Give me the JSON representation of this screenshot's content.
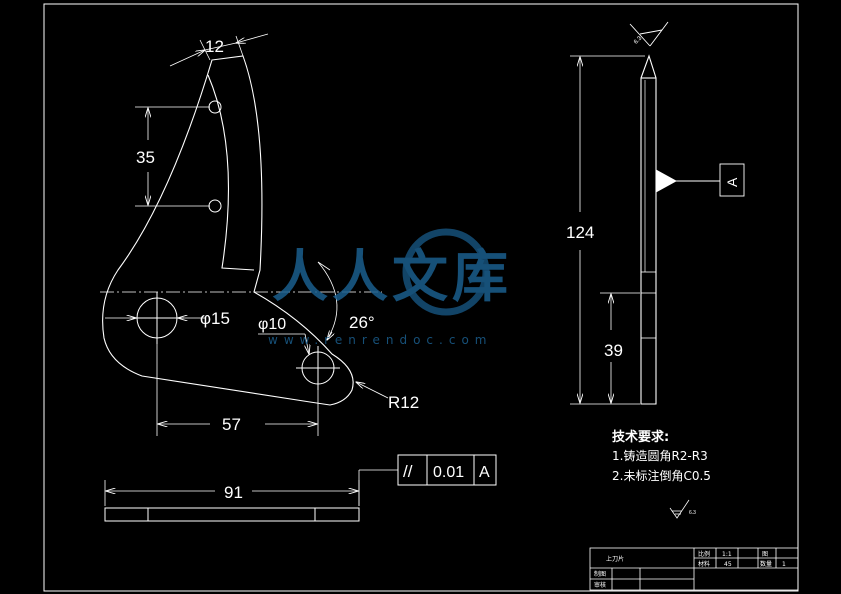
{
  "dimensions": {
    "d12": "12",
    "d35": "35",
    "phi15": "φ15",
    "phi10": "φ10",
    "angle26": "26°",
    "r12": "R12",
    "d57": "57",
    "d124": "124",
    "d39": "39",
    "d91": "91"
  },
  "tolerance": {
    "symbol": "//",
    "value": "0.01",
    "datum": "A"
  },
  "datum_label": "A",
  "roughness": {
    "top": "6.3",
    "bottom": "6.3"
  },
  "tech_requirements": {
    "title": "技术要求:",
    "items": [
      "1.铸造圆角R2-R3",
      "2.未标注倒角C0.5"
    ]
  },
  "title_block": {
    "part_name": "上刀片",
    "ratio_label": "比例",
    "ratio_value": "1:1",
    "material_label": "材料",
    "material_value": "45",
    "sheet_label": "图",
    "qty_label": "数量",
    "qty_value": "1",
    "drawn_label": "制图",
    "checked_label": "审核"
  },
  "watermark": {
    "brand": "人人文库",
    "url": "www.renrendoc.com"
  }
}
